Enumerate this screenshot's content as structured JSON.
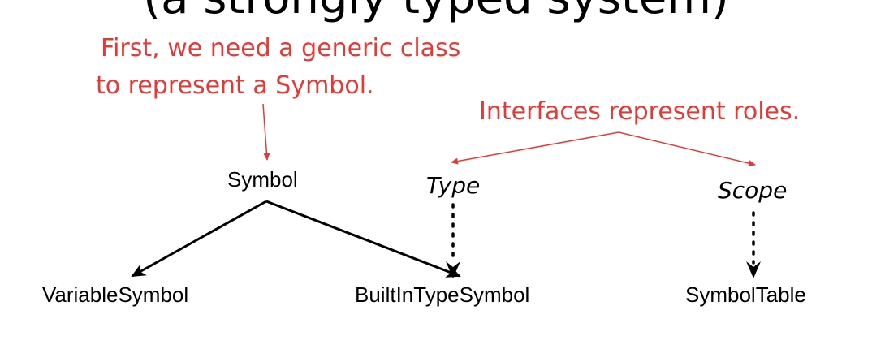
{
  "header": {
    "title": "(a strongly typed system)"
  },
  "annotations": {
    "symbol_note_line1": "First, we need a generic class",
    "symbol_note_line2": "to represent a Symbol.",
    "roles_note": "Interfaces represent roles."
  },
  "nodes": {
    "symbol": "Symbol",
    "type": "Type",
    "scope": "Scope",
    "variable_symbol": "VariableSymbol",
    "builtin_type_symbol": "BuiltInTypeSymbol",
    "symbol_table": "SymbolTable"
  },
  "colors": {
    "annotation": "#e53935",
    "text": "#000000",
    "background": "#ffffff"
  }
}
